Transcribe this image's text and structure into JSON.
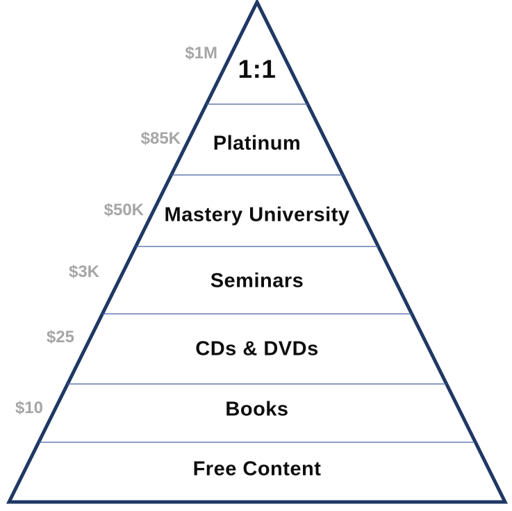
{
  "diagram": {
    "type": "pyramid-value-ladder",
    "tiers": [
      {
        "label": "1:1",
        "price": "$1M"
      },
      {
        "label": "Platinum",
        "price": "$85K"
      },
      {
        "label": "Mastery University",
        "price": "$50K"
      },
      {
        "label": "Seminars",
        "price": "$3K"
      },
      {
        "label": "CDs & DVDs",
        "price": "$25"
      },
      {
        "label": "Books",
        "price": "$10"
      },
      {
        "label": "Free Content"
      }
    ]
  },
  "colors": {
    "outline": "#1f3864",
    "divider": "#44609f",
    "price_text": "#a6a6a6",
    "label_text": "#0d0d0d",
    "background": "#ffffff"
  }
}
